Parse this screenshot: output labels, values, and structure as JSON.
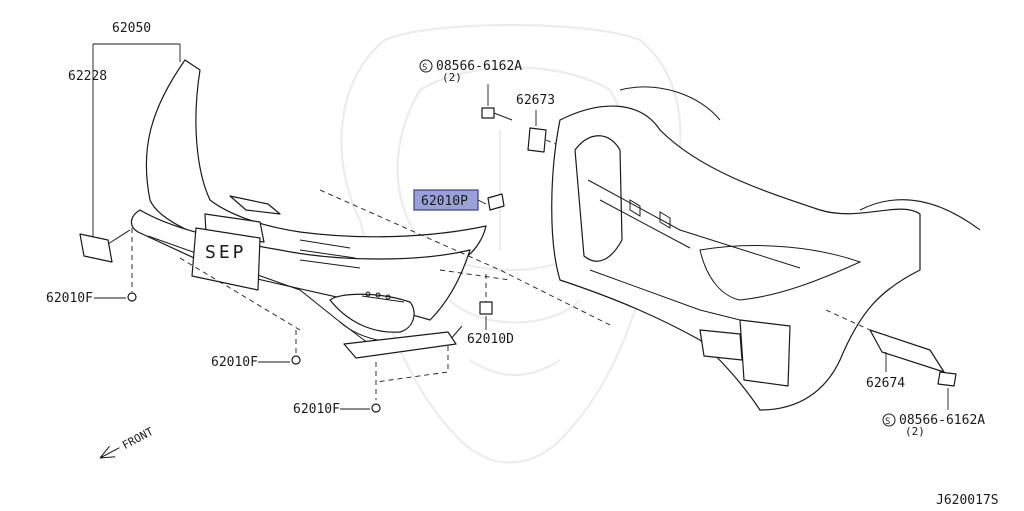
{
  "parts": {
    "bumper_assembly": "62050",
    "side_bracket": "62228",
    "clip_left": "62010F",
    "clip_mid": "62010F",
    "clip_bottom": "62010F",
    "highlighted_clip": "62010P",
    "clip_right": "62010D",
    "bolt_top_code": "08566-6162A",
    "bolt_top_qty": "(2)",
    "bracket_upper": "62673",
    "bracket_lower": "62674",
    "bolt_bottom_code": "08566-6162A",
    "bolt_bottom_qty": "(2)"
  },
  "plate_text": "SEP",
  "front_label": "FRONT",
  "diagram_id": "J620017S",
  "colors": {
    "highlight_fill": "#9aa0d8",
    "highlight_stroke": "#3a3f8a",
    "ink": "#1a1a1a",
    "watermark": "#ececec"
  }
}
